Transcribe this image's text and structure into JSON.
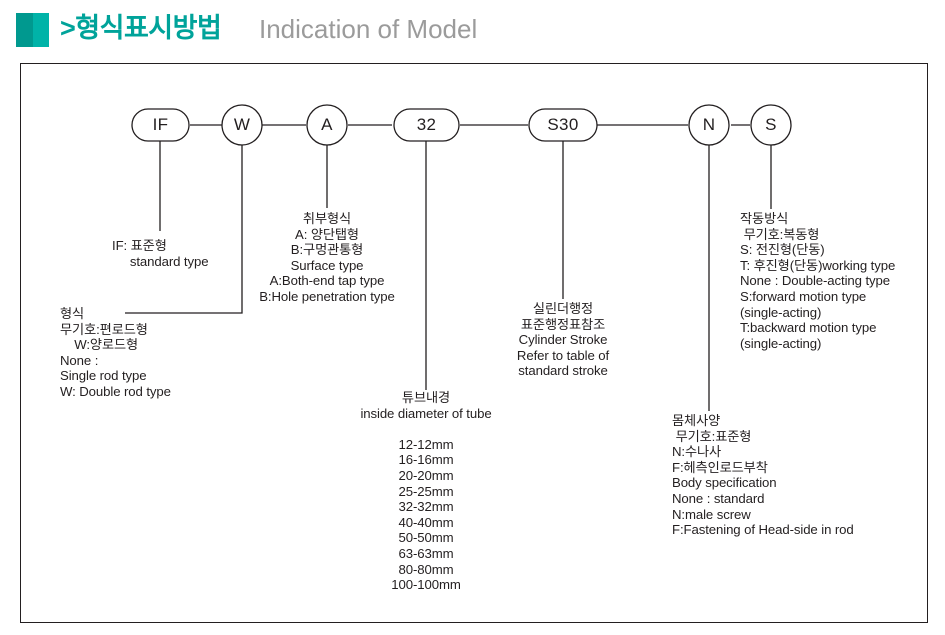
{
  "header": {
    "korean_title": ">형식표시방법",
    "english_title": "Indication of Model",
    "accent_color": "#00a39a",
    "accent_color_dark": "#00998f",
    "english_color": "#9b9b9b"
  },
  "model_code": {
    "segments": [
      {
        "id": "type",
        "label": "IF",
        "shape": "rounded-rect"
      },
      {
        "id": "rod",
        "label": "W",
        "shape": "circle"
      },
      {
        "id": "surface",
        "label": "A",
        "shape": "circle"
      },
      {
        "id": "tube_bore",
        "label": "32",
        "shape": "rounded-rect"
      },
      {
        "id": "stroke",
        "label": "S30",
        "shape": "rounded-rect"
      },
      {
        "id": "body_spec",
        "label": "N",
        "shape": "circle"
      },
      {
        "id": "working_type",
        "label": "S",
        "shape": "circle"
      }
    ]
  },
  "notes": {
    "standard_type": {
      "name": "standard-type-note",
      "lines": [
        "IF: 표준형",
        "     standard type"
      ]
    },
    "type": {
      "name": "type-note",
      "lines": [
        "형식",
        "무기호:편로드형",
        "    W:양로드형",
        "None :",
        "Single rod type",
        "W: Double rod type"
      ]
    },
    "surface_type": {
      "name": "surface-type-note",
      "lines": [
        "취부형식",
        "A: 양단탭형",
        "B:구멍관통형",
        "Surface type",
        "A:Both-end tap type",
        "B:Hole penetration type"
      ]
    },
    "tube_bore": {
      "name": "tube-bore-note",
      "lines": [
        "튜브내경",
        "inside diameter of tube"
      ],
      "sizes": [
        "12-12mm",
        "16-16mm",
        "20-20mm",
        "25-25mm",
        "32-32mm",
        "40-40mm",
        "50-50mm",
        "63-63mm",
        "80-80mm",
        "100-100mm"
      ]
    },
    "cylinder_stroke": {
      "name": "cylinder-stroke-note",
      "lines": [
        "실린더행정",
        "표준행정표참조",
        "Cylinder Stroke",
        "Refer to table of",
        "standard stroke"
      ]
    },
    "working_type": {
      "name": "working-type-note",
      "lines": [
        "작동방식",
        " 무기호:복동형",
        "S: 전진형(단동)",
        "T: 후진형(단동)working type",
        "None : Double-acting type",
        "S:forward motion type",
        "(single-acting)",
        "T:backward motion type",
        "(single-acting)"
      ]
    },
    "body_spec": {
      "name": "body-specification-note",
      "lines": [
        "몸체사양",
        " 무기호:표준형",
        "N:수나사",
        "F:헤측인로드부착",
        "Body specification",
        "None : standard",
        "N:male screw",
        "F:Fastening of Head-side in rod"
      ]
    }
  }
}
